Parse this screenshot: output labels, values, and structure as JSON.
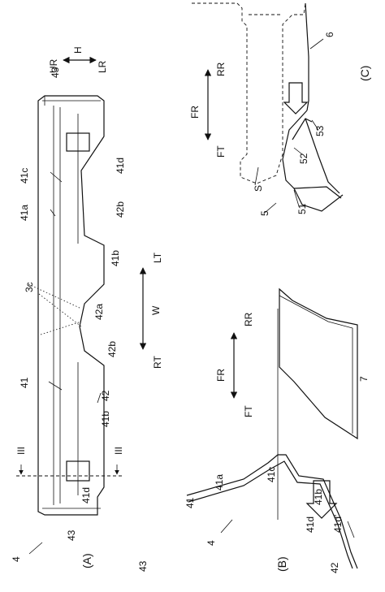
{
  "panel_a": {
    "caption": "(A)",
    "labels": {
      "ref_4": "4",
      "ref_43_top": "43",
      "ref_43_bottom": "43",
      "ref_41c": "41c",
      "ref_41a": "41a",
      "ref_41": "41",
      "ref_41d_top": "41d",
      "ref_41d_bottom": "41d",
      "ref_42b_top": "42b",
      "ref_42b_bottom": "42b",
      "ref_41b_top": "41b",
      "ref_41b_bottom": "41b",
      "ref_42a": "42a",
      "ref_42": "42",
      "ref_3c": "3c",
      "section_left": "III",
      "section_right": "III",
      "dir_ur": "UR",
      "dir_lr": "LR",
      "dir_h": "H",
      "dir_rt": "RT",
      "dir_lt": "LT",
      "dir_w": "W"
    }
  },
  "panel_b": {
    "caption": "(B)",
    "labels": {
      "ref_4": "4",
      "ref_41": "41",
      "ref_41a": "41a",
      "ref_41c": "41c",
      "ref_41b": "41b",
      "ref_41d": "41d",
      "ref_41d_prime": "41d'",
      "ref_42": "42",
      "ref_7": "7",
      "dir_ft": "FT",
      "dir_rr": "RR",
      "dir_fr": "FR"
    }
  },
  "panel_c": {
    "caption": "(C)",
    "labels": {
      "ref_6": "6",
      "ref_5": "5",
      "ref_51": "51",
      "ref_52": "52",
      "ref_53": "53",
      "ref_s": "S",
      "dir_ft": "FT",
      "dir_rr": "RR",
      "dir_fr": "FR"
    }
  },
  "stray_label": "43"
}
